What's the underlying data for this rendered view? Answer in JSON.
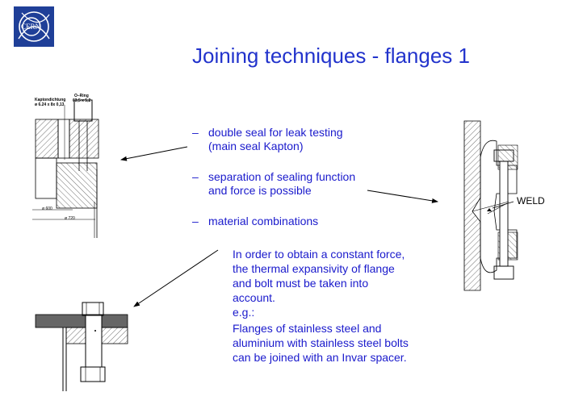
{
  "logo": {
    "text": "CERN"
  },
  "title": "Joining techniques - flanges 1",
  "bullets": [
    {
      "dash": "–",
      "text": "double seal for leak testing\n(main seal Kapton)"
    },
    {
      "dash": "–",
      "text": "separation of sealing function\nand force is possible"
    },
    {
      "dash": "–",
      "text": "material combinations"
    }
  ],
  "paragraphs": [
    "In order to obtain a constant force, the thermal expansivity of flange and bolt must be taken into account.",
    "e.g.:",
    "Flanges of stainless steel and aluminium with stainless steel bolts can be joined with an Invar spacer."
  ],
  "drawing1": {
    "label_left": "Kaptondichtung",
    "label_left_dim": "ø 6.24 x 8x 0,13",
    "label_right": "O–Ring",
    "label_right_dim": "63,5 x 5,2",
    "dim_a": "ø 600",
    "dim_b": "ø 720"
  },
  "weld_label": "WELD"
}
